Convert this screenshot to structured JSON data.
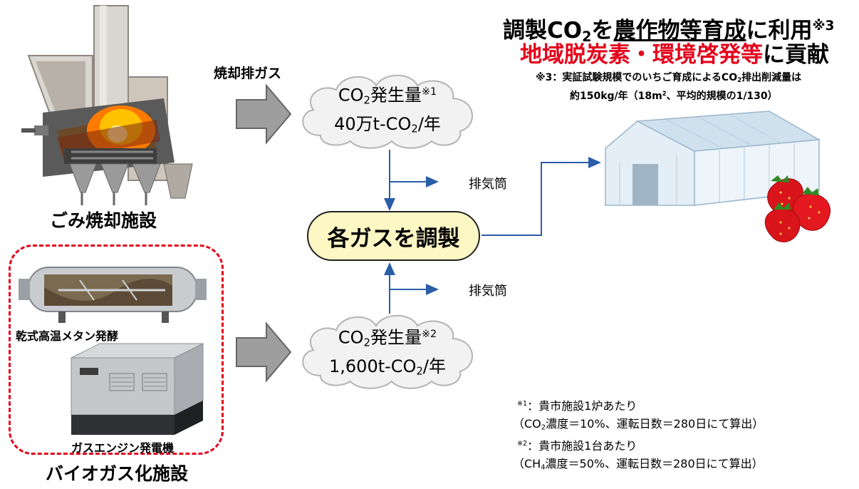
{
  "incinerator": {
    "caption": "ごみ焼却施設",
    "exhaust_label": "焼却排ガス"
  },
  "biogas_facility": {
    "caption": "バイオガス化施設",
    "fermenter_label": "乾式高温メタン発酵",
    "engine_label": "ガスエンジン発電機"
  },
  "cloud_top": {
    "title_prefix": "CO",
    "title_sub": "2",
    "title_suffix": "発生量",
    "title_mark": "※1",
    "amount_prefix": "40万t-CO",
    "amount_sub": "2",
    "amount_suffix": "/年"
  },
  "cloud_bottom": {
    "title_prefix": "CO",
    "title_sub": "2",
    "title_suffix": "発生量",
    "title_mark": "※2",
    "amount_prefix": "1,600t-CO",
    "amount_sub": "2",
    "amount_suffix": "/年"
  },
  "process": {
    "label": "各ガスを調製",
    "stack_top": "排気筒",
    "stack_bottom": "排気筒"
  },
  "headline": {
    "line1_a": "調製CO",
    "line1_sub": "2",
    "line1_b": "を",
    "line1_underlined": "農作物等育成",
    "line1_c": "に利用",
    "line1_mark": "※3",
    "line2_red": "地域脱炭素・環境啓発等",
    "line2_black": "に貢献",
    "note3_a": "※3：実証試験規模でのいちご育成によるCO",
    "note3_sub": "2",
    "note3_b": "排出削減量は",
    "note3_line2_a": "約150kg/年（18m",
    "note3_line2_sup": "2",
    "note3_line2_b": "、平均的規模の1/130）"
  },
  "footnotes": {
    "n1_mark": "※1",
    "n1_text": "：貴市施設1炉あたり",
    "n1_detail_a": "（CO",
    "n1_detail_sub": "2",
    "n1_detail_b": "濃度＝10%、運転日数＝280日にて算出）",
    "n2_mark": "※2",
    "n2_text": "：貴市施設1台あたり",
    "n2_detail_a": "（CH",
    "n2_detail_sub": "4",
    "n2_detail_b": "濃度＝50%、運転日数＝280日にて算出）"
  },
  "colors": {
    "red": "#e3001b",
    "arrow_blue": "#2a5ea8",
    "pill_fill": "#fdf7c4",
    "dashed_border": "#e3001b",
    "big_arrow": "#9e9e9e"
  }
}
